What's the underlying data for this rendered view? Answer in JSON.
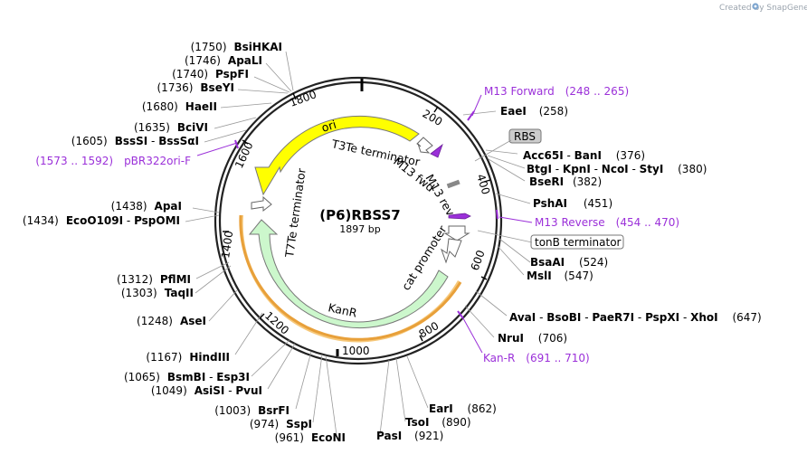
{
  "watermark": "Created by SnapGene",
  "plasmid": {
    "name": "(P6)RBSS7",
    "size": "1897 bp",
    "length": 1897
  },
  "ticks": [
    "200",
    "400",
    "600",
    "800",
    "1000",
    "1200",
    "1400",
    "1600",
    "1800"
  ],
  "features": {
    "ori": "ori",
    "t3te": "T3Te terminator",
    "m13fwd": "M13 fwd",
    "m13rev": "M13 rev",
    "cat": "cat promoter",
    "kanr": "KanR",
    "t7te": "T7Te terminator"
  },
  "boxes": {
    "rbs": "RBS",
    "tonb": "tonB terminator"
  },
  "sites_right": [
    {
      "id": "eael",
      "parts": [
        "EaeI"
      ],
      "pos": "(258)"
    },
    {
      "id": "acc65i",
      "parts": [
        "Acc65I",
        "BanI"
      ],
      "pos": "(376)"
    },
    {
      "id": "btgi",
      "parts": [
        "BtgI",
        "KpnI",
        "NcoI",
        "StyI"
      ],
      "pos": "(380)"
    },
    {
      "id": "bseri",
      "parts": [
        "BseRI"
      ],
      "pos": "(382)"
    },
    {
      "id": "pshai",
      "parts": [
        "PshAI"
      ],
      "pos": "(451)"
    },
    {
      "id": "bsaai",
      "parts": [
        "BsaAI"
      ],
      "pos": "(524)"
    },
    {
      "id": "msli",
      "parts": [
        "MslI"
      ],
      "pos": "(547)"
    },
    {
      "id": "avai",
      "parts": [
        "AvaI",
        "BsoBI",
        "PaeR7I",
        "PspXI",
        "XhoI"
      ],
      "pos": "(647)"
    },
    {
      "id": "nrui",
      "parts": [
        "NruI"
      ],
      "pos": "(706)"
    },
    {
      "id": "eari",
      "parts": [
        "EarI"
      ],
      "pos": "(862)"
    },
    {
      "id": "tsoi",
      "parts": [
        "TsoI"
      ],
      "pos": "(890)"
    },
    {
      "id": "pasi",
      "parts": [
        "PasI"
      ],
      "pos": "(921)"
    }
  ],
  "sites_left": [
    {
      "id": "bsihkai",
      "parts": [
        "BsiHKAI"
      ],
      "pos": "(1750)"
    },
    {
      "id": "apali",
      "parts": [
        "ApaLI"
      ],
      "pos": "(1746)"
    },
    {
      "id": "pspfi",
      "parts": [
        "PspFI"
      ],
      "pos": "(1740)"
    },
    {
      "id": "bseyi",
      "parts": [
        "BseYI"
      ],
      "pos": "(1736)"
    },
    {
      "id": "haeii",
      "parts": [
        "HaeII"
      ],
      "pos": "(1680)"
    },
    {
      "id": "bcivi",
      "parts": [
        "BciVI"
      ],
      "pos": "(1635)"
    },
    {
      "id": "bsssi",
      "parts": [
        "BssSI",
        "BssSαI"
      ],
      "pos": "(1605)"
    },
    {
      "id": "apai",
      "parts": [
        "ApaI"
      ],
      "pos": "(1438)"
    },
    {
      "id": "ecoo109i",
      "parts": [
        "EcoO109I",
        "PspOMI"
      ],
      "pos": "(1434)"
    },
    {
      "id": "pflmi",
      "parts": [
        "PflMI"
      ],
      "pos": "(1312)"
    },
    {
      "id": "taqii",
      "parts": [
        "TaqII"
      ],
      "pos": "(1303)"
    },
    {
      "id": "asei",
      "parts": [
        "AseI"
      ],
      "pos": "(1248)"
    },
    {
      "id": "hindiii",
      "parts": [
        "HindIII"
      ],
      "pos": "(1167)"
    },
    {
      "id": "bsmbi",
      "parts": [
        "BsmBI",
        "Esp3I"
      ],
      "pos": "(1065)"
    },
    {
      "id": "asisi",
      "parts": [
        "AsiSI",
        "PvuI"
      ],
      "pos": "(1049)"
    },
    {
      "id": "bsrfi",
      "parts": [
        "BsrFI"
      ],
      "pos": "(1003)"
    },
    {
      "id": "sspi",
      "parts": [
        "SspI"
      ],
      "pos": "(974)"
    },
    {
      "id": "ecoNI",
      "parts": [
        "EcoNI"
      ],
      "pos": "(961)"
    }
  ],
  "primers": [
    {
      "id": "m13forward",
      "name": "M13 Forward",
      "range": "(248 .. 265)"
    },
    {
      "id": "m13reverse",
      "name": "M13 Reverse",
      "range": "(454 .. 470)"
    },
    {
      "id": "kanr",
      "name": "Kan-R",
      "range": "(691 .. 710)"
    },
    {
      "id": "pbr322",
      "name": "pBR322ori-F",
      "range": "(1573 .. 1592)"
    }
  ],
  "colors": {
    "primer": "#9b30d9",
    "ori": "#ffff00",
    "kanr": "#ccf7cc",
    "highlight": "#f5c26b"
  }
}
